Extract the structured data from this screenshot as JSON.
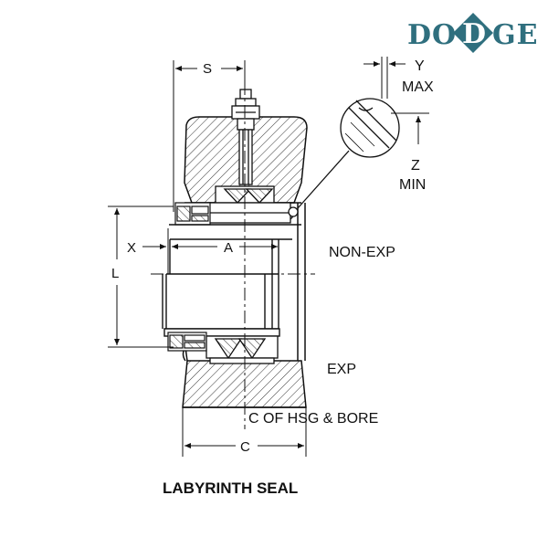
{
  "brand": {
    "left_text": "DO",
    "right_text": "GE",
    "diamond_letter": "D",
    "color": "#2f6f7e"
  },
  "labels": {
    "s": "S",
    "y": "Y",
    "max": "MAX",
    "z": "Z",
    "min": "MIN",
    "x": "X",
    "a": "A",
    "l": "L",
    "c": "C",
    "non_exp": "NON-EXP",
    "exp": "EXP",
    "centerline": "C OF HSG & BORE"
  },
  "caption": "LABYRINTH SEAL"
}
